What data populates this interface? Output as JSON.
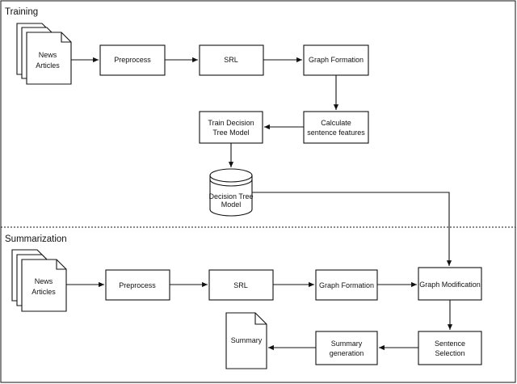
{
  "sections": {
    "training": "Training",
    "summarization": "Summarization"
  },
  "training": {
    "docs": [
      "News",
      "Articles"
    ],
    "preprocess": "Preprocess",
    "srl": "SRL",
    "graph_formation": "Graph Formation",
    "calc_features": [
      "Calculate",
      "sentence features"
    ],
    "train_tree": [
      "Train Decision",
      "Tree Model"
    ],
    "db": [
      "Decision Tree",
      "Model"
    ]
  },
  "summarization": {
    "docs": [
      "News",
      "Articles"
    ],
    "preprocess": "Preprocess",
    "srl": "SRL",
    "graph_formation": "Graph Formation",
    "graph_modification": "Graph Modification",
    "sentence_selection": [
      "Sentence",
      "Selection"
    ],
    "summary_generation": [
      "Summary",
      "generation"
    ],
    "summary_doc": "Summary"
  },
  "colors": {
    "stroke": "#111111",
    "background": "#ffffff"
  }
}
